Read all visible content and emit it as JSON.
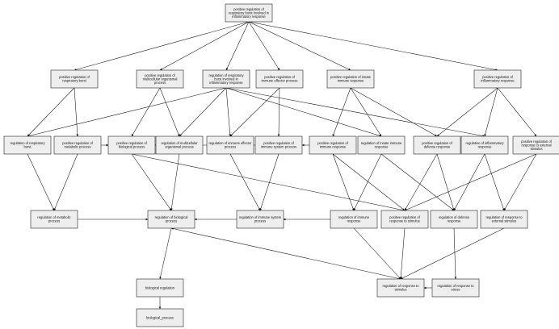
{
  "colors": {
    "node_fill": "#eeeeee",
    "node_border": "#222222",
    "edge": "#111111",
    "background": "#ffffff"
  },
  "nodes": {
    "root": [
      "positive regulation of",
      "respiratory burst involved in",
      "inflammatory response"
    ],
    "pos_reg_resp_burst": [
      "positive regulation of",
      "respiratory burst"
    ],
    "pos_reg_multicell": [
      "positive regulation of",
      "multicellular organismal",
      "process"
    ],
    "reg_resp_burst_inflam": [
      "regulation of respiratory",
      "burst involved in",
      "inflammatory response"
    ],
    "pos_reg_immune_effector": [
      "positive regulation of",
      "immune effector process"
    ],
    "pos_reg_innate": [
      "positive regulation of innate",
      "immune response"
    ],
    "pos_reg_inflam": [
      "positive regulation of",
      "inflammatory response"
    ],
    "reg_resp_burst": [
      "regulation of respiratory",
      "burst"
    ],
    "pos_reg_metabolic": [
      "positive regulation of",
      "metabolic process"
    ],
    "pos_reg_bio": [
      "positive regulation of",
      "biological process"
    ],
    "reg_multicell": [
      "regulation of multicellular",
      "organismal process"
    ],
    "reg_immune_effector": [
      "regulation of immune effector",
      "process"
    ],
    "pos_reg_immune_sys": [
      "positive regulation of",
      "immune system process"
    ],
    "pos_reg_immune_resp": [
      "positive regulation of",
      "immune response"
    ],
    "reg_innate": [
      "regulation of innate immune",
      "response"
    ],
    "pos_reg_defense": [
      "positive regulation of",
      "defense response"
    ],
    "reg_inflam": [
      "regulation of inflammatory",
      "response"
    ],
    "pos_reg_resp_ext": [
      "positive regulation of",
      "response to external",
      "stimulus"
    ],
    "reg_metabolic": [
      "regulation of metabolic",
      "process"
    ],
    "reg_bio": [
      "regulation of biological",
      "process"
    ],
    "reg_immune_sys": [
      "regulation of immune system",
      "process"
    ],
    "reg_immune_resp": [
      "regulation of immune",
      "response"
    ],
    "pos_reg_resp_stim": [
      "positive regulation of",
      "response to stimulus"
    ],
    "reg_defense": [
      "regulation of defense",
      "response"
    ],
    "reg_resp_ext": [
      "regulation of response to",
      "external stimulus"
    ],
    "bio_reg": [
      "biological regulation"
    ],
    "reg_resp_stim": [
      "regulation of response to",
      "stimulus"
    ],
    "reg_resp_stress": [
      "regulation of response to",
      "stress"
    ],
    "bio_process": [
      "biological_process"
    ]
  },
  "edges": [
    [
      "root",
      "pos_reg_resp_burst"
    ],
    [
      "root",
      "pos_reg_multicell"
    ],
    [
      "root",
      "reg_resp_burst_inflam"
    ],
    [
      "root",
      "pos_reg_immune_effector"
    ],
    [
      "root",
      "pos_reg_innate"
    ],
    [
      "root",
      "pos_reg_inflam"
    ],
    [
      "pos_reg_resp_burst",
      "reg_resp_burst"
    ],
    [
      "pos_reg_resp_burst",
      "pos_reg_metabolic"
    ],
    [
      "pos_reg_multicell",
      "pos_reg_bio"
    ],
    [
      "pos_reg_multicell",
      "reg_multicell"
    ],
    [
      "reg_resp_burst_inflam",
      "reg_resp_burst"
    ],
    [
      "reg_resp_burst_inflam",
      "reg_multicell"
    ],
    [
      "reg_resp_burst_inflam",
      "reg_immune_effector"
    ],
    [
      "reg_resp_burst_inflam",
      "reg_inflam"
    ],
    [
      "reg_resp_burst_inflam",
      "reg_innate"
    ],
    [
      "pos_reg_immune_effector",
      "reg_immune_effector"
    ],
    [
      "pos_reg_immune_effector",
      "pos_reg_immune_sys"
    ],
    [
      "pos_reg_innate",
      "pos_reg_immune_resp"
    ],
    [
      "pos_reg_innate",
      "reg_innate"
    ],
    [
      "pos_reg_innate",
      "pos_reg_defense"
    ],
    [
      "pos_reg_inflam",
      "pos_reg_defense"
    ],
    [
      "pos_reg_inflam",
      "reg_inflam"
    ],
    [
      "pos_reg_inflam",
      "pos_reg_resp_ext"
    ],
    [
      "pos_reg_metabolic",
      "pos_reg_bio"
    ],
    [
      "pos_reg_metabolic",
      "reg_metabolic"
    ],
    [
      "reg_resp_burst",
      "reg_metabolic"
    ],
    [
      "pos_reg_bio",
      "reg_bio"
    ],
    [
      "pos_reg_bio",
      "pos_reg_resp_stim"
    ],
    [
      "reg_multicell",
      "reg_bio"
    ],
    [
      "reg_immune_effector",
      "reg_immune_sys"
    ],
    [
      "pos_reg_immune_sys",
      "pos_reg_bio"
    ],
    [
      "pos_reg_immune_sys",
      "reg_immune_sys"
    ],
    [
      "pos_reg_immune_resp",
      "pos_reg_immune_sys"
    ],
    [
      "pos_reg_immune_resp",
      "reg_immune_resp"
    ],
    [
      "pos_reg_immune_resp",
      "pos_reg_resp_stim"
    ],
    [
      "reg_innate",
      "reg_immune_resp"
    ],
    [
      "reg_innate",
      "reg_defense"
    ],
    [
      "pos_reg_defense",
      "pos_reg_resp_stim"
    ],
    [
      "pos_reg_defense",
      "reg_defense"
    ],
    [
      "reg_inflam",
      "reg_defense"
    ],
    [
      "reg_inflam",
      "reg_resp_ext"
    ],
    [
      "pos_reg_resp_ext",
      "pos_reg_resp_stim"
    ],
    [
      "pos_reg_resp_ext",
      "reg_resp_ext"
    ],
    [
      "reg_metabolic",
      "reg_bio"
    ],
    [
      "reg_bio",
      "bio_reg"
    ],
    [
      "reg_immune_sys",
      "reg_bio"
    ],
    [
      "reg_immune_resp",
      "reg_immune_sys"
    ],
    [
      "reg_immune_resp",
      "reg_resp_stim"
    ],
    [
      "pos_reg_resp_stim",
      "reg_resp_stim"
    ],
    [
      "reg_defense",
      "reg_resp_stress"
    ],
    [
      "reg_resp_ext",
      "reg_resp_stim"
    ],
    [
      "reg_resp_stim",
      "reg_bio"
    ],
    [
      "reg_resp_stress",
      "reg_resp_stim"
    ],
    [
      "bio_reg",
      "bio_process"
    ]
  ]
}
